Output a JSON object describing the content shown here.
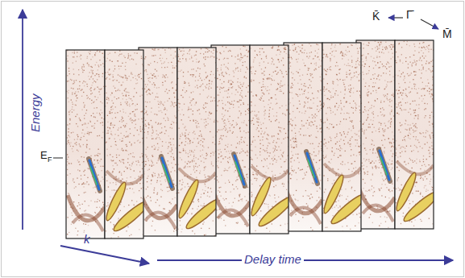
{
  "diagram": {
    "labels": [
      "Energy",
      "E",
      "F",
      "k",
      "Delay time",
      "K̄",
      "Γ̄",
      "M̄"
    ]
  }
}
